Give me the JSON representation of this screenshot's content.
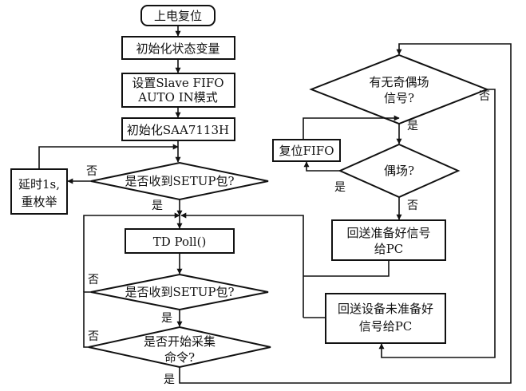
{
  "nodes": {
    "power_on": "上电复位",
    "init_state": "初始化状态变量",
    "set_fifo_l1": "设置Slave FIFO",
    "set_fifo_l2": "AUTO IN模式",
    "init_saa": "初始化SAA7113H",
    "setup_q1": "是否收到SETUP包?",
    "delay_l1": "延时1s,",
    "delay_l2": "重枚举",
    "td_poll": "TD Poll()",
    "setup_q2": "是否收到SETUP包?",
    "start_q_l1": "是否开始采集",
    "start_q_l2": "命令?",
    "field_signal_q_l1": "有无奇偶场",
    "field_signal_q_l2": "信号?",
    "reset_fifo": "复位FIFO",
    "even_q": "偶场?",
    "send_ready_l1": "回送准备好信号",
    "send_ready_l2": "给PC",
    "send_not_ready_l1": "回送设备未准备好",
    "send_not_ready_l2": "信号给PC"
  },
  "labels": {
    "no": "否",
    "yes": "是"
  }
}
